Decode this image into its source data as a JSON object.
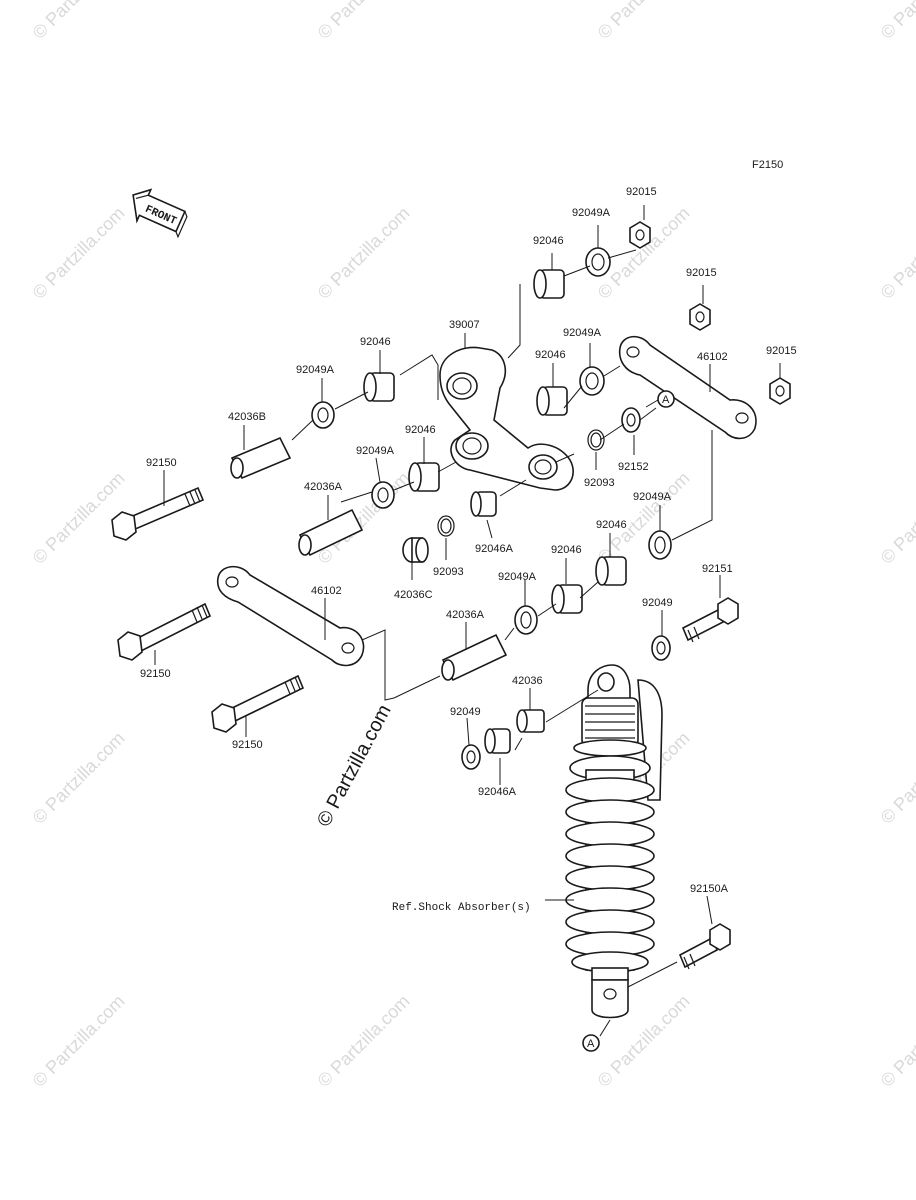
{
  "figure_id": "F2150",
  "front_badge": "FRONT",
  "watermark": "© Partzilla.com",
  "ref_label": "Ref.Shock Absorber(s)",
  "callout_letter": "A",
  "labels": {
    "p92015_a": "92015",
    "p92049a_a": "92049A",
    "p92046_a": "92046",
    "p92015_b": "92015",
    "p92015_c": "92015",
    "p39007": "39007",
    "p92049a_b": "92049A",
    "p46102_a": "46102",
    "p92046_b": "92046",
    "p92049a_c": "92049A",
    "p92046_c": "92046",
    "p42036b": "42036B",
    "p92046_d": "92046",
    "p92152": "92152",
    "p92150_a": "92150",
    "p92049a_d": "92049A",
    "p92093_a": "92093",
    "p42036a_a": "42036A",
    "p92049a_e": "92049A",
    "p92046a_a": "92046A",
    "p92046_e": "92046",
    "p92093_b": "92093",
    "p42036c": "42036C",
    "p92049a_f": "92049A",
    "p92046_f": "92046",
    "p92151": "92151",
    "p46102_b": "46102",
    "p42036a_b": "42036A",
    "p92049_a": "92049",
    "p92150_b": "92150",
    "p42036": "42036",
    "p92049_b": "92049",
    "p92150_c": "92150",
    "p92046a_b": "92046A",
    "p92150a": "92150A"
  }
}
